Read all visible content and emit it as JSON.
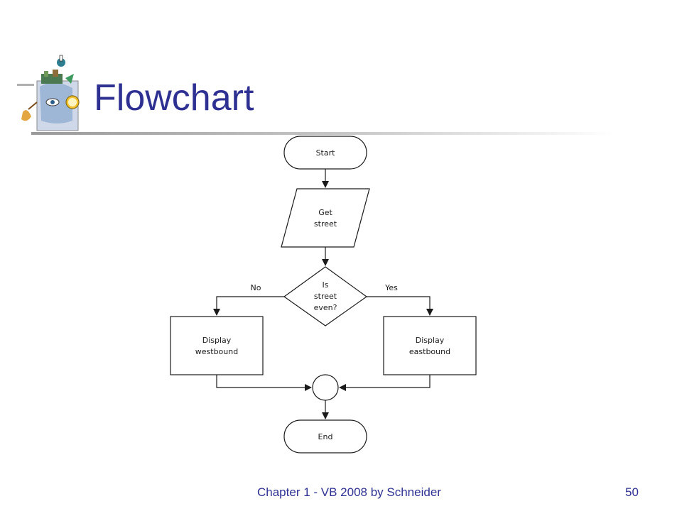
{
  "slide": {
    "title": "Flowchart",
    "footer": "Chapter 1 - VB 2008 by Schneider",
    "page_number": "50"
  },
  "logo": {
    "icon": "clipart-head-logo-icon"
  },
  "flowchart": {
    "start": {
      "shape": "terminal",
      "label": "Start"
    },
    "input": {
      "shape": "parallelogram",
      "lines": [
        "Get",
        "street"
      ]
    },
    "decision": {
      "shape": "diamond",
      "lines": [
        "Is",
        "street",
        "even?"
      ]
    },
    "branch_no": {
      "label": "No"
    },
    "branch_yes": {
      "label": "Yes"
    },
    "west": {
      "shape": "process",
      "lines": [
        "Display",
        "westbound"
      ]
    },
    "east": {
      "shape": "process",
      "lines": [
        "Display",
        "eastbound"
      ]
    },
    "connector": {
      "shape": "circle"
    },
    "end": {
      "shape": "terminal",
      "label": "End"
    }
  }
}
